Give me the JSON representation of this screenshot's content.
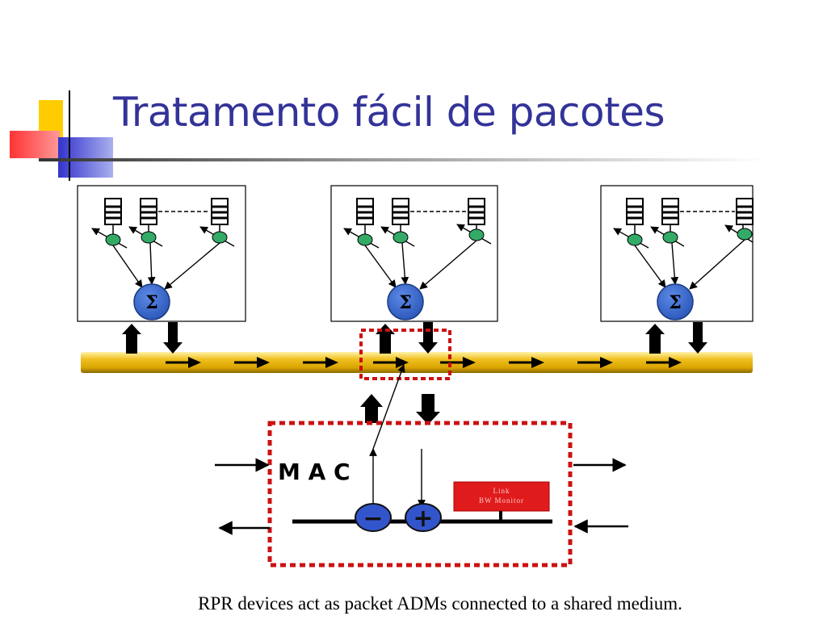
{
  "slide": {
    "title": "Tratamento fácil de pacotes",
    "caption": "RPR devices act as packet ADMs connected to a shared medium."
  },
  "diagram": {
    "node_symbol": "Σ",
    "mac_label": "M A C",
    "monitor_label_line1": "Link",
    "monitor_label_line2": "BW Monitor",
    "minus_symbol": "−",
    "plus_symbol": "+",
    "node_count": 3
  },
  "colors": {
    "title": "#333399",
    "ring_bus": "#e8b800",
    "sigma_node": "#3366cc",
    "shaper": "#33aa66",
    "mac_border": "#cc1111",
    "monitor_fill": "#e01b1b",
    "mac_buttons": "#3355cc"
  }
}
